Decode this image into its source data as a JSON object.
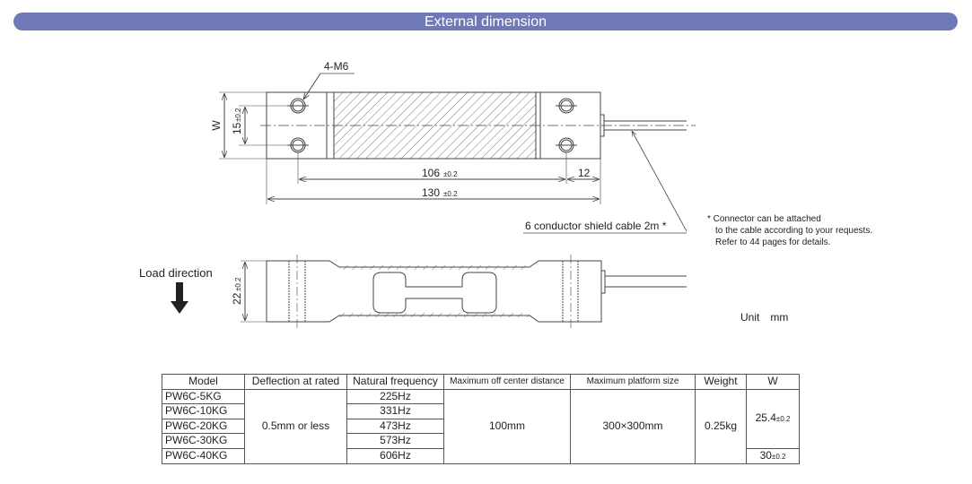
{
  "header": {
    "title": "External dimension"
  },
  "drawing": {
    "hole_label": "4-M6",
    "w_label": "W",
    "dim_15": "15",
    "dim_15_tol": "±0.2",
    "dim_106": "106",
    "dim_106_tol": "±0.2",
    "dim_12": "12",
    "dim_130": "130",
    "dim_130_tol": "±0.2",
    "cable_label": "6 conductor shield cable 2m *",
    "dim_22": "22",
    "dim_22_tol": "±0.2",
    "load_direction": "Load direction",
    "unit": "Unit　mm"
  },
  "note": [
    "* Connector can be attached",
    "to the cable according to your requests.",
    "Refer to 44 pages for details."
  ],
  "table": {
    "headers": [
      "Model",
      "Deflection at rated",
      "Natural frequency",
      "Maximum off center distance",
      "Maximum platform size",
      "Weight",
      "W"
    ],
    "models": [
      "PW6C-5KG",
      "PW6C-10KG",
      "PW6C-20KG",
      "PW6C-30KG",
      "PW6C-40KG"
    ],
    "frequencies": [
      "225Hz",
      "331Hz",
      "473Hz",
      "573Hz",
      "606Hz"
    ],
    "deflection": "0.5mm or less",
    "off_center": "100mm",
    "platform": "300×300mm",
    "weight": "0.25kg",
    "w_values": [
      {
        "value": "25.4",
        "tol": "±0.2"
      },
      {
        "value": "30",
        "tol": "±0.2"
      }
    ]
  },
  "colors": {
    "header_bg": "#7079b8"
  }
}
